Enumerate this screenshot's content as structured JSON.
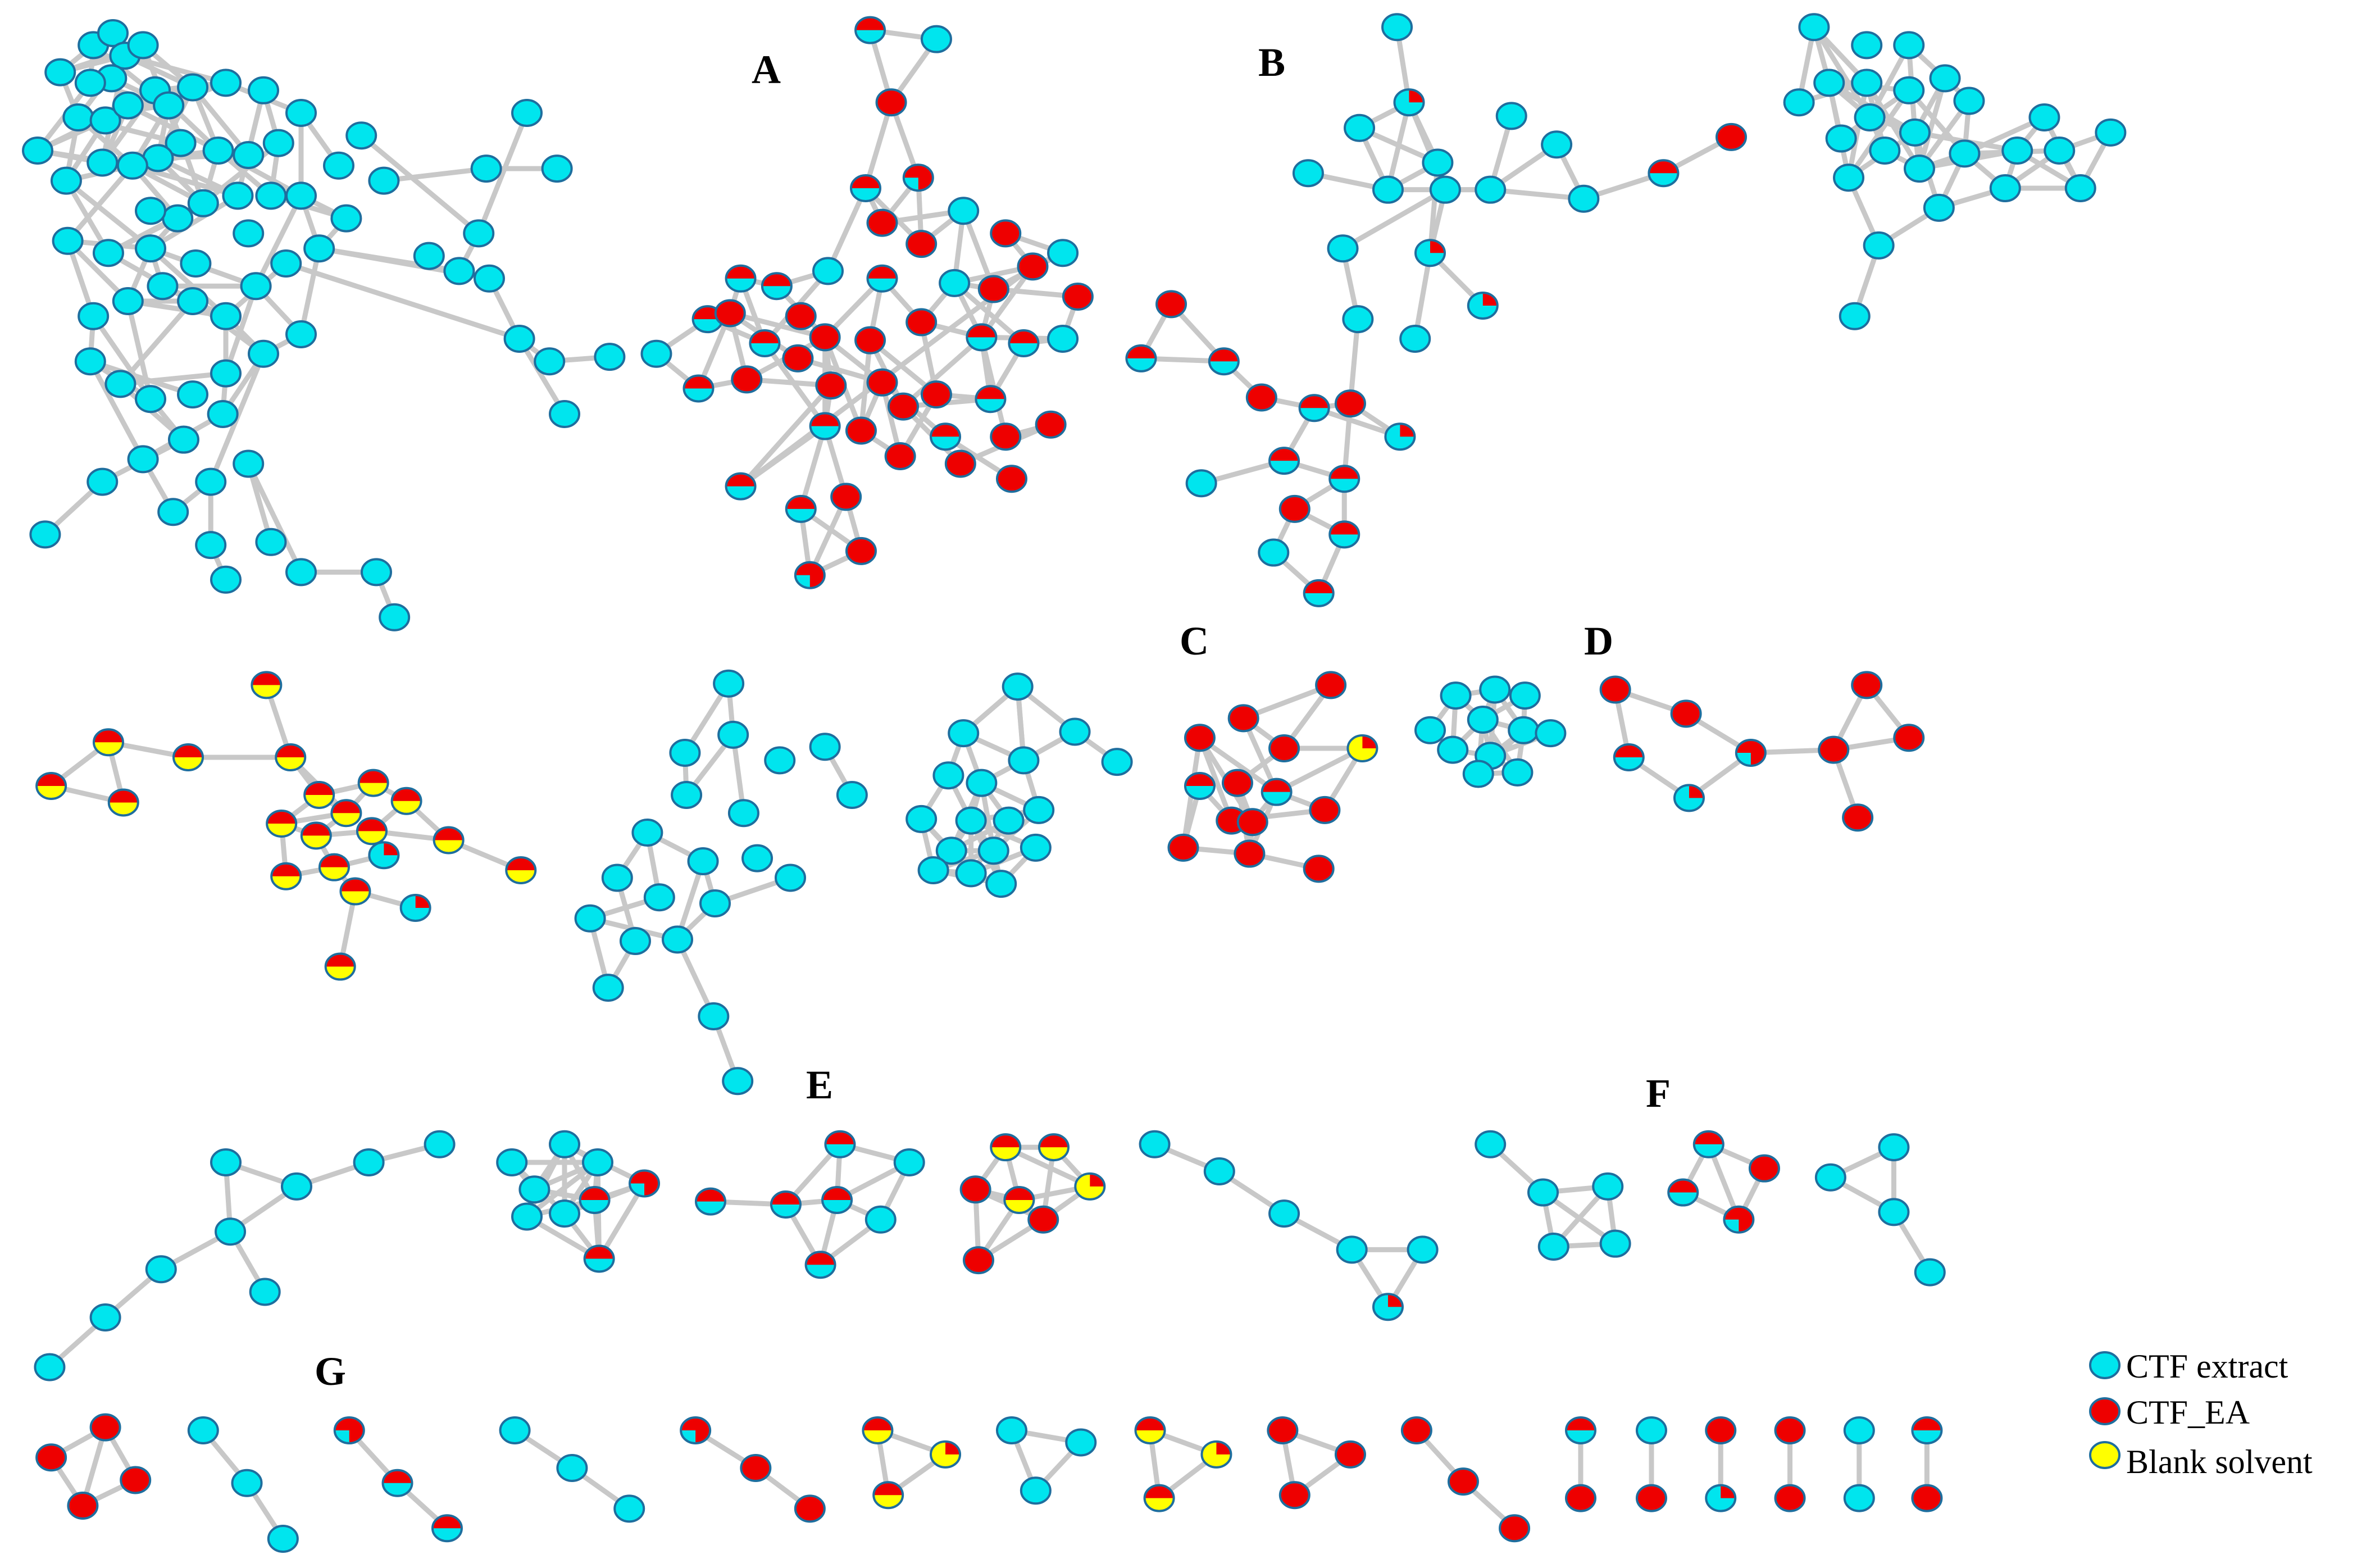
{
  "colors": {
    "cyan": "#00E5EE",
    "red": "#EE0000",
    "yellow": "#FFFF00",
    "edge": "#C8C8C8",
    "stroke": "#1E6E9E"
  },
  "cluster_labels": [
    "A",
    "B",
    "C",
    "D",
    "E",
    "F",
    "G"
  ],
  "legend": {
    "items": [
      {
        "label": "CTF extract",
        "color": "cyan"
      },
      {
        "label": "CTF_EA",
        "color": "red"
      },
      {
        "label": "Blank solvent",
        "color": "yellow"
      }
    ]
  }
}
